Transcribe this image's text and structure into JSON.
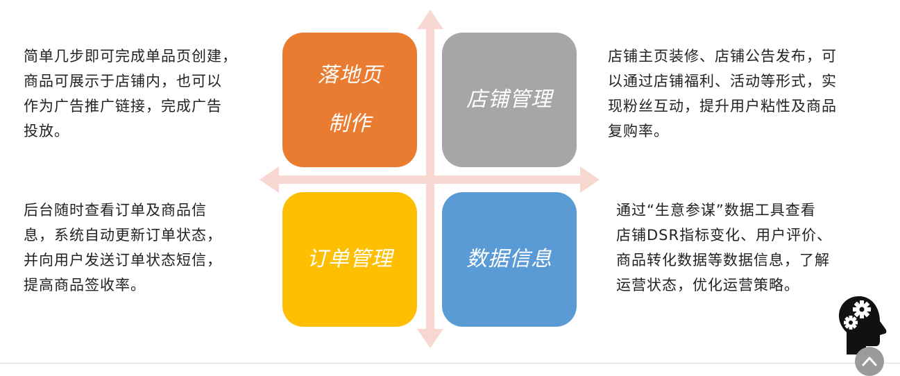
{
  "colors": {
    "axis": "#f8d7d0",
    "tile_top_left": "#ea7c31",
    "tile_top_right": "#a6a6a6",
    "tile_bottom_left": "#fdbf00",
    "tile_bottom_right": "#5b9bd5",
    "icon": "#111111",
    "scroll_button": "#9b9b9b"
  },
  "quadrants": {
    "top_left": {
      "tile_lines": [
        "落地页",
        "制作"
      ],
      "description_lines": [
        "简单几步即可完成单品页创建，",
        "商品可展示于店铺内，也可以",
        "作为广告推广链接，完成广告",
        "投放。"
      ]
    },
    "top_right": {
      "tile_lines": [
        "店铺管理"
      ],
      "description_lines": [
        "店铺主页装修、店铺公告发布，可",
        "以通过店铺福利、活动等形式，实",
        "现粉丝互动，提升用户粘性及商品",
        "复购率。"
      ]
    },
    "bottom_left": {
      "tile_lines": [
        "订单管理"
      ],
      "description_lines": [
        "后台随时查看订单及商品信",
        "息，系统自动更新订单状态，",
        "并向用户发送订单状态短信，",
        "提高商品签收率。"
      ]
    },
    "bottom_right": {
      "tile_lines": [
        "数据信息"
      ],
      "description_lines": [
        "通过“生意参谋”数据工具查看",
        "店铺DSR指标变化、用户评价、",
        "商品转化数据等数据信息，了解",
        "运营状态，优化运营策略。"
      ]
    }
  },
  "icons": {
    "head_icon": "head-with-gears-icon",
    "scroll_top": "chevron-up-icon"
  }
}
